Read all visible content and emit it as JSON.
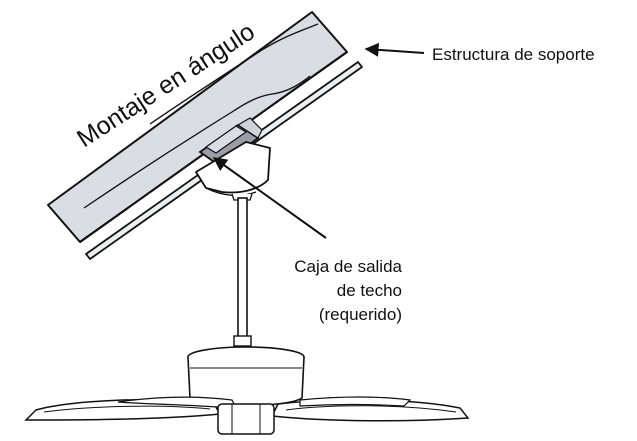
{
  "diagram": {
    "angle_label": "Montaje en ángulo",
    "support_label": "Estructura de soporte",
    "outlet_label_lines": [
      "Caja de salida",
      "de techo",
      "(requerido)"
    ]
  },
  "colors": {
    "ink": "#111111",
    "panel_fill": "#d9dde4",
    "light_fill": "#eceef2",
    "white": "#ffffff"
  }
}
